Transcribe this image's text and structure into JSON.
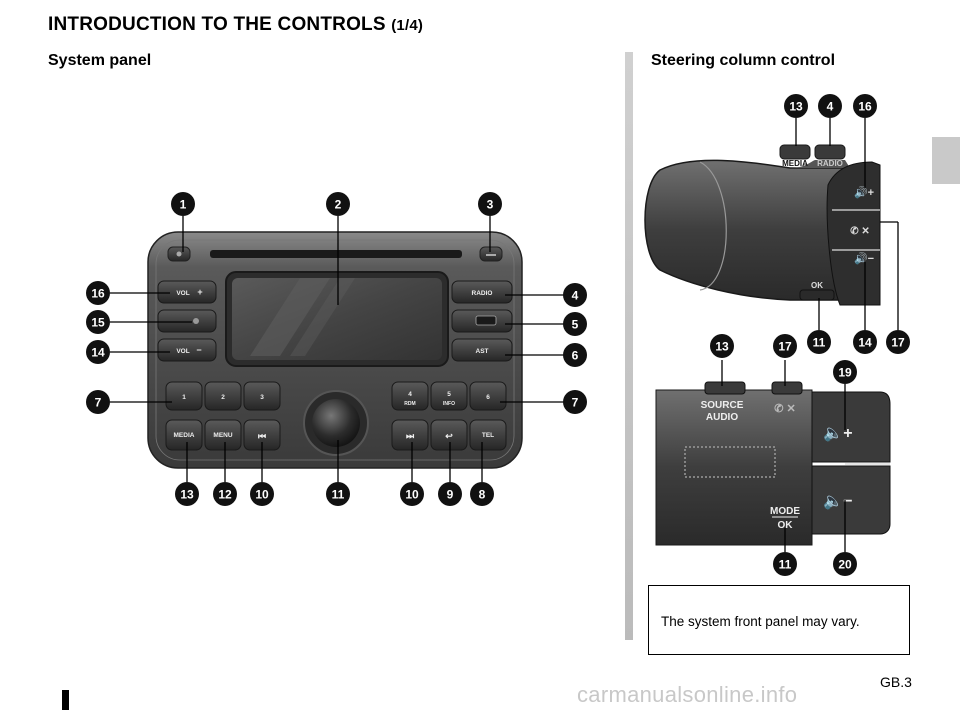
{
  "heading": {
    "title": "INTRODUCTION TO THE CONTROLS",
    "page_indicator": "(1/4)"
  },
  "sections": {
    "left": "System panel",
    "right": "Steering column control"
  },
  "panel_buttons": {
    "vol_up": "VOL",
    "vol_down": "VOL",
    "radio": "RADIO",
    "ast": "AST",
    "preset1": "1",
    "preset2": "2",
    "preset3": "3",
    "preset4": "4",
    "preset4_sub": "RDM",
    "preset5": "5",
    "preset5_sub": "INFO",
    "preset6": "6",
    "media": "MEDIA",
    "menu": "MENU",
    "tel": "TEL"
  },
  "steering_labels": {
    "media": "MEDIA",
    "radio": "RADIO",
    "ok": "OK",
    "source": "SOURCE",
    "audio": "AUDIO",
    "mode": "MODE",
    "ok2": "OK"
  },
  "callouts": [
    "1",
    "2",
    "3",
    "4",
    "5",
    "6",
    "7",
    "7",
    "8",
    "9",
    "10",
    "10",
    "11",
    "12",
    "13",
    "14",
    "15",
    "16",
    "13",
    "4",
    "16",
    "11",
    "14",
    "17",
    "13",
    "17",
    "19",
    "11",
    "20"
  ],
  "note_text": "The system front panel may vary.",
  "page_number": "GB.3",
  "watermark": "carmanualsonline.info",
  "colors": {
    "callout_fill": "#111111",
    "panel_dark": "#3a3a3a",
    "divider": "#c4c4c4"
  }
}
